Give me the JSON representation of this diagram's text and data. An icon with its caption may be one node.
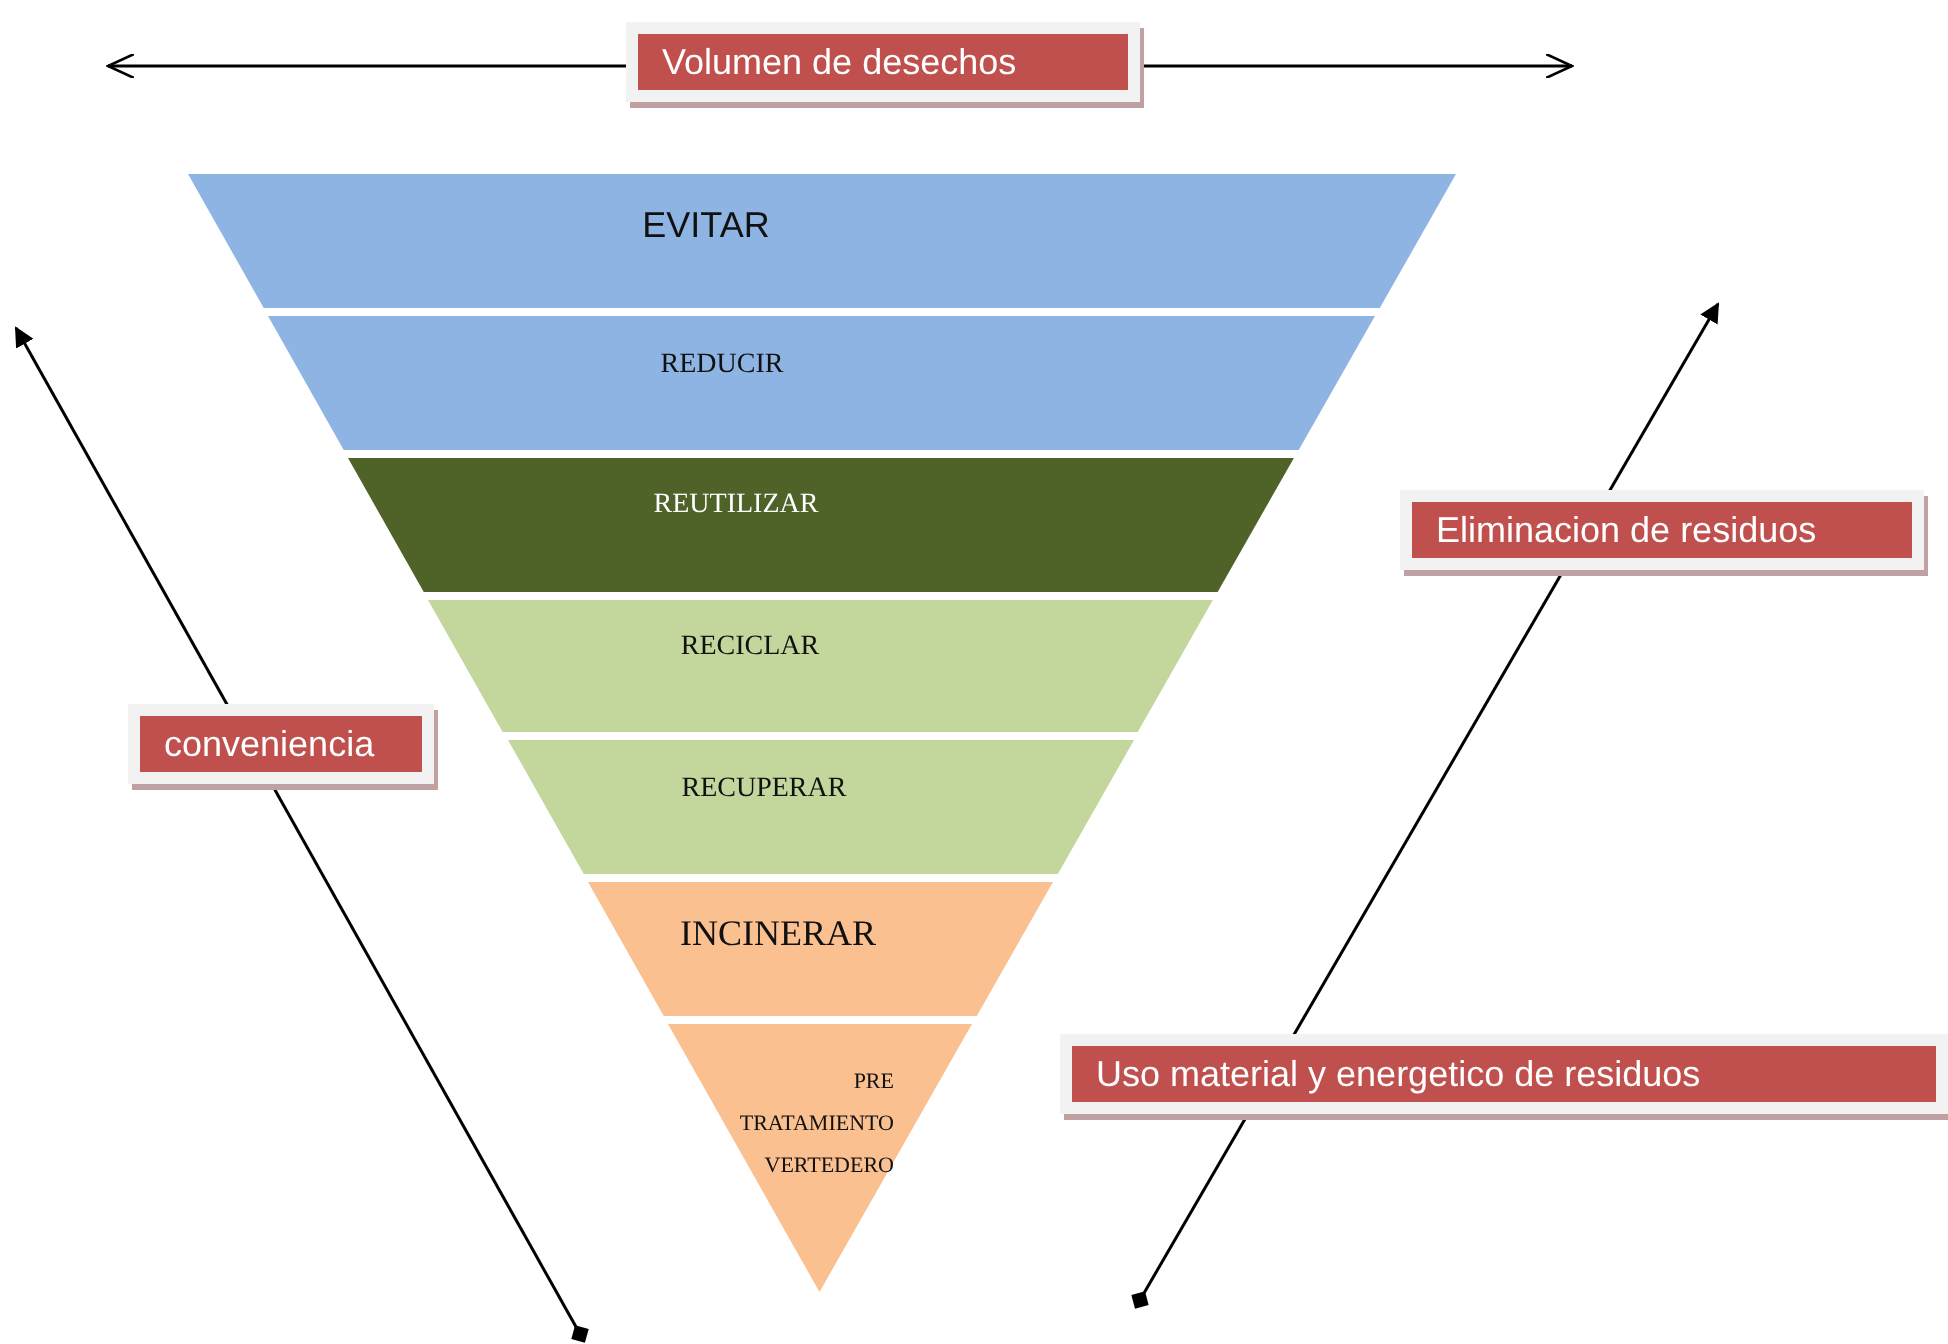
{
  "diagram": {
    "nodes": [
      {
        "text": [
          "Volumen de desechos"
        ]
      },
      {
        "text": [
          "EVITAR"
        ]
      },
      {
        "text": [
          "REDUCIR"
        ]
      },
      {
        "text": [
          "REUTILIZAR"
        ]
      },
      {
        "text": [
          "RECICLAR"
        ]
      },
      {
        "text": [
          "RECUPERAR"
        ]
      },
      {
        "text": [
          "INCINERAR"
        ]
      },
      {
        "text": [
          "PRE TRATAMIENTO VERTEDERO"
        ]
      },
      {
        "text": [
          "Eliminacion de residuos"
        ]
      },
      {
        "text": [
          "conveniencia"
        ]
      },
      {
        "text": [
          "Uso material y energetico de residuos"
        ]
      }
    ]
  }
}
